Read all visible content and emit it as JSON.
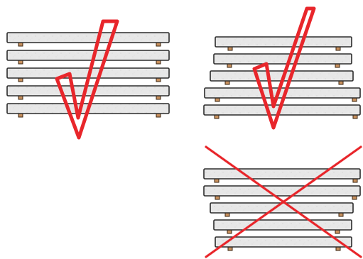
{
  "colors": {
    "slab_fill": "#e7e7e7",
    "slab_stroke": "#2b2b2b",
    "spacer_fill": "#c8915e",
    "spacer_stroke": "#3a2410",
    "mark_red": "#e8262b",
    "background": "#ffffff"
  },
  "diagrams": [
    {
      "name": "stack-even-correct",
      "verdict": "correct",
      "mark_icon": "checkmark-icon",
      "slab_count": 5
    },
    {
      "name": "stack-pyramid-correct",
      "verdict": "correct",
      "mark_icon": "checkmark-icon",
      "slab_count": 5
    },
    {
      "name": "stack-inverted-incorrect",
      "verdict": "incorrect",
      "mark_icon": "cross-icon",
      "slab_count": 5
    }
  ]
}
